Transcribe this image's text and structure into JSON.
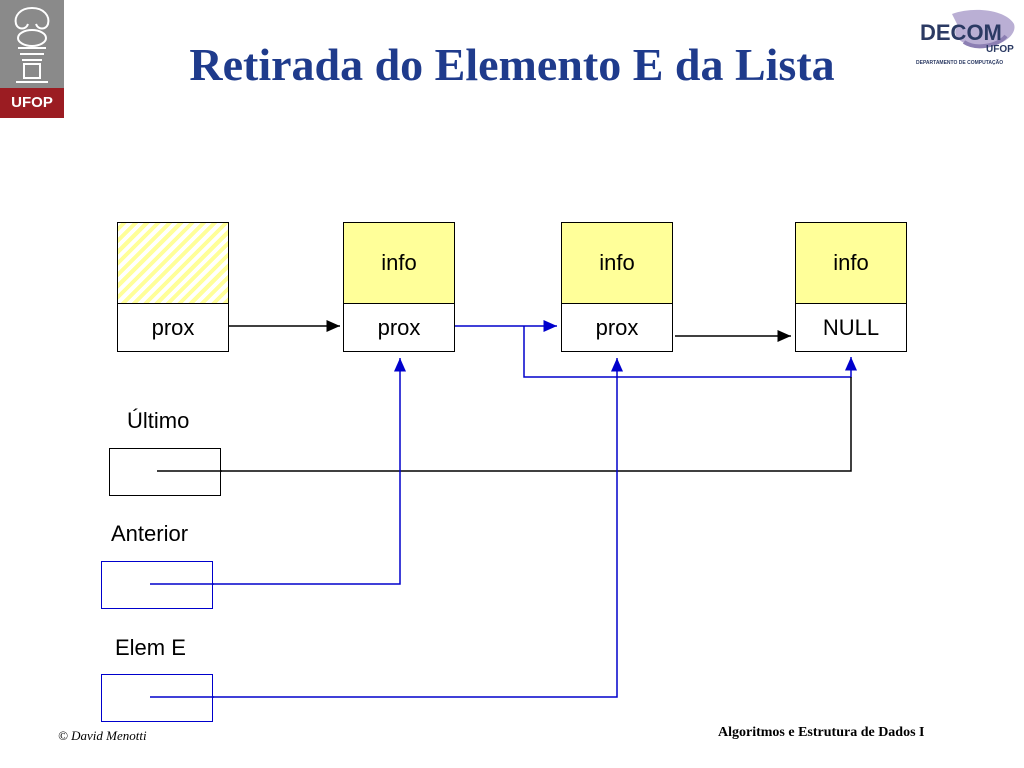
{
  "title": "Retirada do Elemento E da Lista",
  "logo_left": {
    "text": "UFOP"
  },
  "logo_right": {
    "text_main": "DECOM",
    "text_sub": "UFOP",
    "text_dept": "DEPARTAMENTO DE COMPUTAÇÃO"
  },
  "nodes": [
    {
      "info": "",
      "next": "prox"
    },
    {
      "info": "info",
      "next": "prox"
    },
    {
      "info": "info",
      "next": "prox"
    },
    {
      "info": "info",
      "next": "NULL"
    }
  ],
  "pointers": {
    "ultimo": "Último",
    "anterior": "Anterior",
    "elem_e": "Elem E"
  },
  "footer": {
    "left": "© David Menotti",
    "right": "Algoritmos e Estrutura de Dados I"
  },
  "colors": {
    "title": "#1f3b8c",
    "node_fill": "#ffff99",
    "blue_line": "#0000cc",
    "black_line": "#000000"
  }
}
